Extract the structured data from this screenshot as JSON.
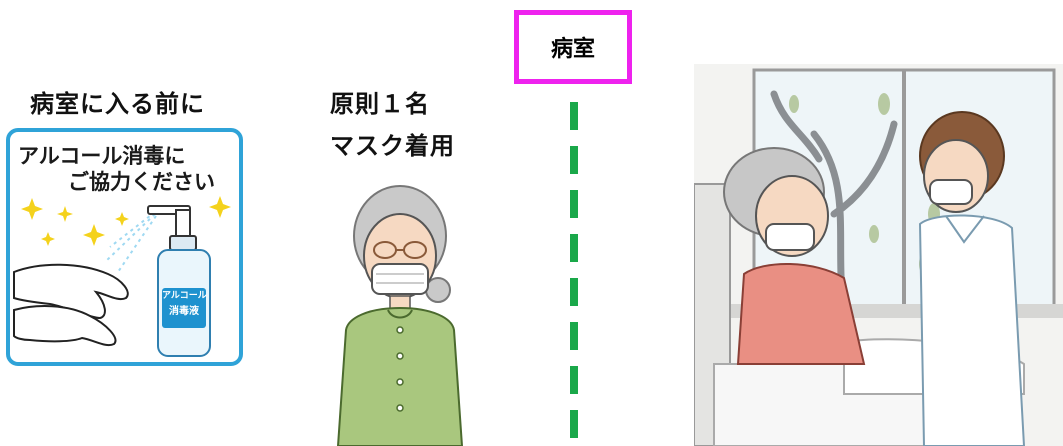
{
  "left_section": {
    "heading": "病室に入る前に",
    "poster": {
      "line1": "アルコール消毒に",
      "line2": "ご協力ください",
      "bottle_label_line1": "アルコール",
      "bottle_label_line2": "消毒液"
    }
  },
  "middle_section": {
    "heading_line1": "原則１名",
    "heading_line2": "マスク着用"
  },
  "room_sign": {
    "label": "病室"
  },
  "colors": {
    "poster_border": "#2fa3d8",
    "room_sign_border": "#ee22ee",
    "divider": "#1aa84a"
  },
  "icons": [
    "sparkle-icon",
    "spray-bottle-icon",
    "hands-icon"
  ]
}
